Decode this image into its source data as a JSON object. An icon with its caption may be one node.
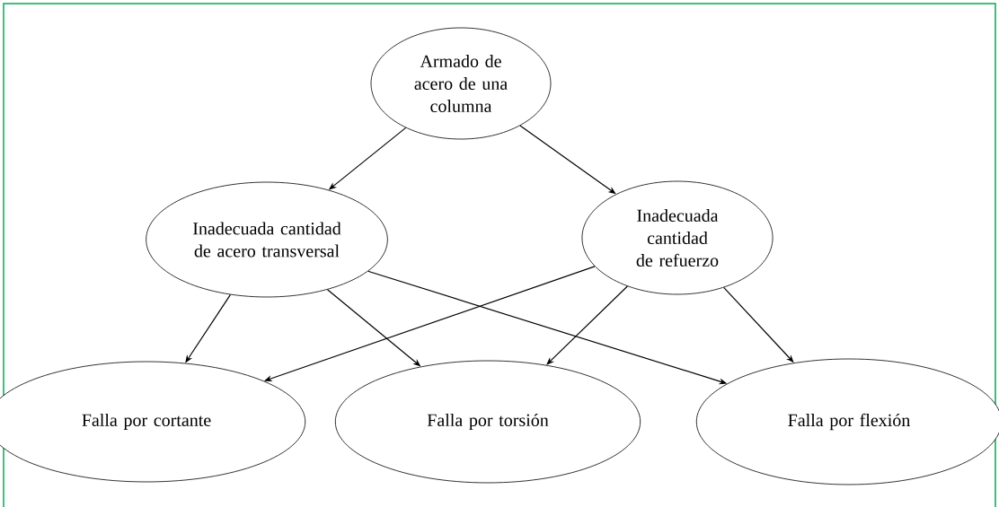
{
  "diagram": {
    "nodes": [
      {
        "text": [
          "Armado de acero de una columna"
        ]
      },
      {
        "text": [
          "Inadecuada cantidad de acero transversal"
        ]
      },
      {
        "text": [
          "Inadecuada cantidad de refuerzo"
        ]
      },
      {
        "text": [
          "Falla por cortante"
        ]
      },
      {
        "text": [
          "Falla por torsión"
        ]
      },
      {
        "text": [
          "Falla por flexión"
        ]
      }
    ],
    "edges": [
      {
        "from": 0,
        "to": 1,
        "arrow": "to"
      },
      {
        "from": 0,
        "to": 2,
        "arrow": "to"
      },
      {
        "from": 1,
        "to": 3,
        "arrow": "to"
      },
      {
        "from": 1,
        "to": 4,
        "arrow": "to"
      },
      {
        "from": 1,
        "to": 5,
        "arrow": "to"
      },
      {
        "from": 2,
        "to": 3,
        "arrow": "to"
      },
      {
        "from": 2,
        "to": 4,
        "arrow": "to"
      },
      {
        "from": 2,
        "to": 5,
        "arrow": "to"
      }
    ]
  }
}
